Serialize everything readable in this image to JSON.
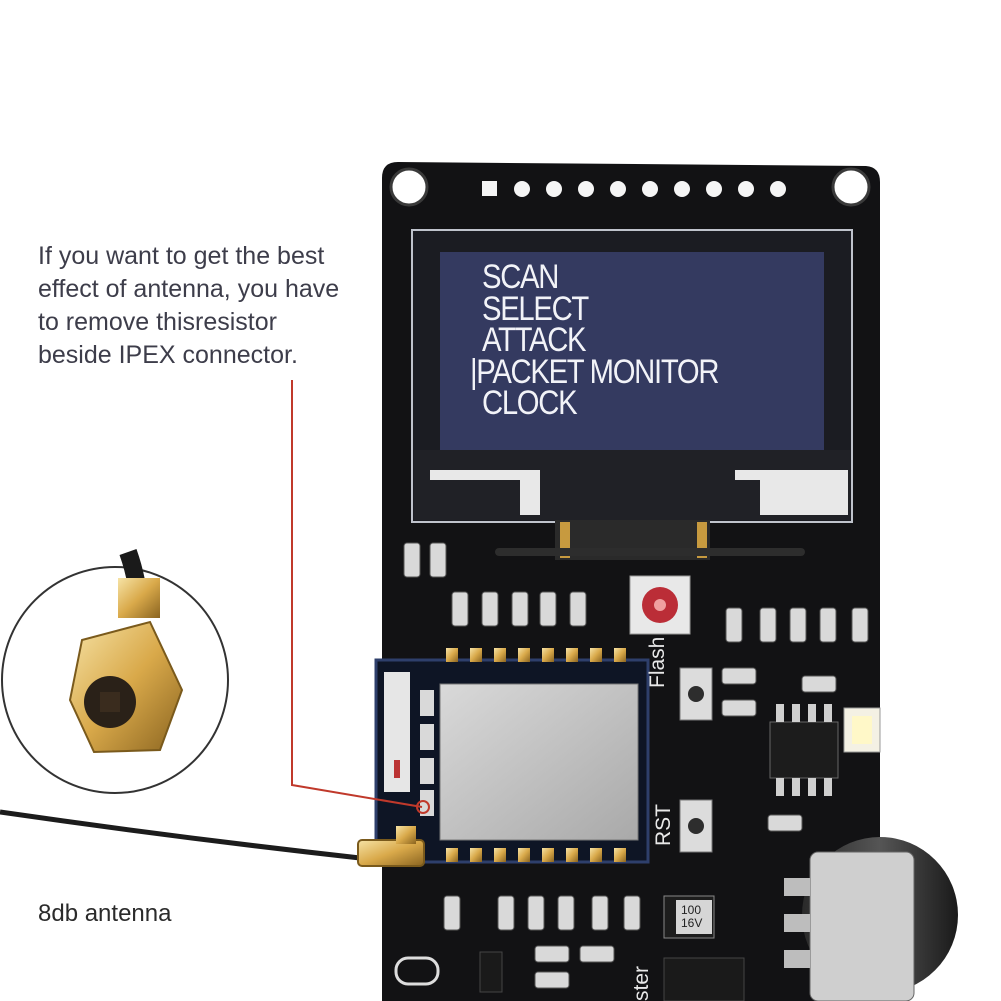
{
  "note": {
    "lines": [
      "If you want to get the best",
      "effect of antenna, you have",
      "to remove thisresistor",
      "beside IPEX connector."
    ]
  },
  "antenna_label": "8db antenna",
  "oled_menu": {
    "items": [
      "SCAN",
      "SELECT",
      "ATTACK",
      "PACKET MONITOR",
      "CLOCK"
    ],
    "cursor": "|"
  },
  "board_labels": {
    "flash": "Flash",
    "rst": "RST",
    "partial": "ster"
  },
  "capacitor": {
    "line1": "100",
    "line2": "16V"
  },
  "colors": {
    "pcb": "#121214",
    "oled_screen": "#343a60",
    "gold": "#d9a94a",
    "note_text": "#3d3d4a",
    "pointer_line": "#c0392b"
  }
}
